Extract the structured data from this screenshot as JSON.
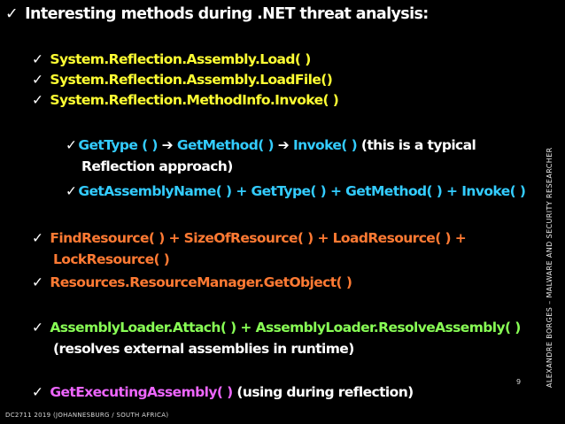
{
  "slide": {
    "title": "Interesting methods during .NET threat analysis:",
    "check_glyph": "✓",
    "arrow_glyph": "➔",
    "group1": [
      "System.Reflection.Assembly.Load( )",
      "System.Reflection.Assembly.LoadFile()",
      "System.Reflection.MethodInfo.Invoke( )"
    ],
    "sub1": {
      "gettype": "GetType ( )",
      "getmethod": "GetMethod( )",
      "invoke": "Invoke( )",
      "note_line1": "(this is a typical",
      "note_line2": "Reflection approach)"
    },
    "sub2": "GetAssemblyName( ) + GetType( ) + GetMethod( ) + Invoke( )",
    "resource": {
      "line1": "FindResource( ) + SizeOfResource( ) + LoadResource( ) +",
      "line2": "LockResource( )"
    },
    "resmanager": "Resources.ResourceManager.GetObject( )",
    "assembly_loader": {
      "line1": "AssemblyLoader.Attach( ) + AssemblyLoader.ResolveAssembly( )",
      "line2": "(resolves external assemblies in runtime)"
    },
    "executing": {
      "method": "GetExecutingAssembly( )",
      "note": "(using during reflection)"
    },
    "side_text": "ALEXANDRE BORGES – MALWARE AND SECURITY RESEARCHER",
    "footer": "DC2711 2019 (JOHANNESBURG / SOUTH AFRICA)",
    "page_number": "9"
  },
  "colors": {
    "background": "#000000",
    "yellow": "#ffff33",
    "cyan": "#33ccff",
    "orange": "#ff7a33",
    "green": "#88ff55",
    "magenta": "#ee66ff"
  }
}
